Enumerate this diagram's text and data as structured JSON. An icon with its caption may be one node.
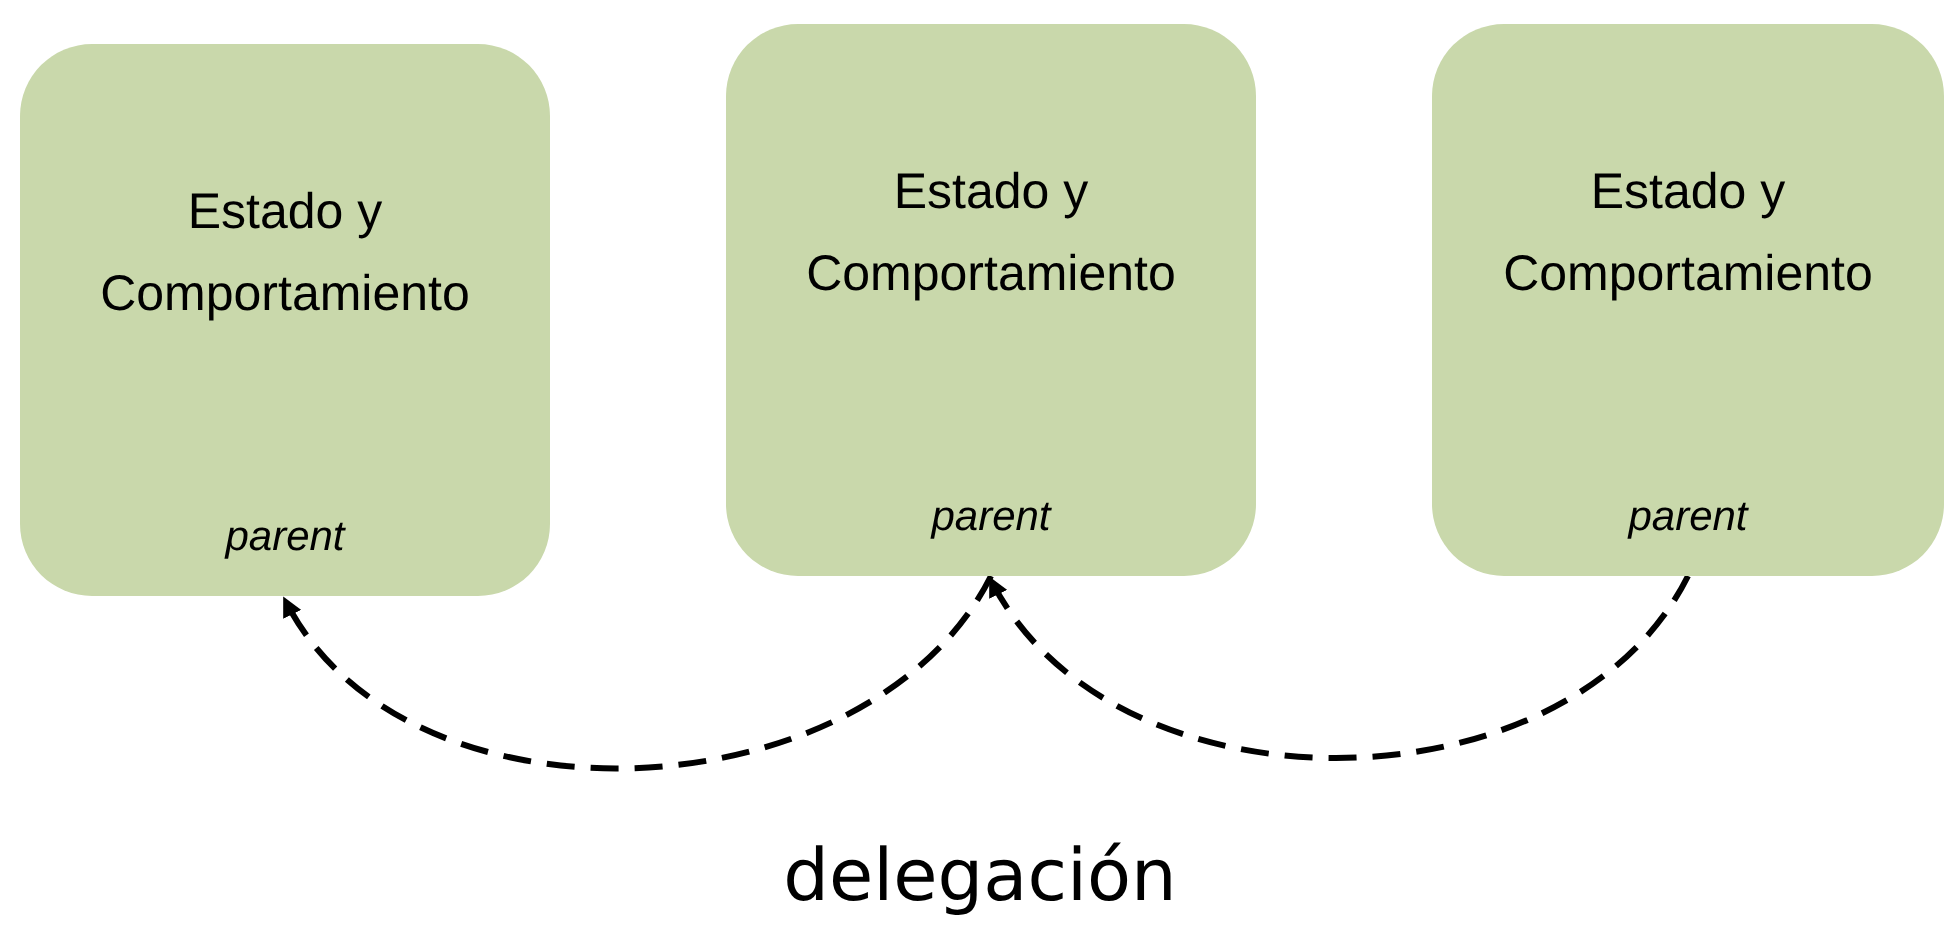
{
  "diagram": {
    "nodes": [
      {
        "text": [
          "Estado y Comportamiento",
          "parent"
        ]
      },
      {
        "text": [
          "Estado y Comportamiento",
          "parent"
        ]
      },
      {
        "text": [
          "Estado y Comportamiento",
          "parent"
        ]
      }
    ],
    "edges": [
      {
        "from": 1,
        "to": 0,
        "arrow": "to",
        "style": "dashed"
      },
      {
        "from": 2,
        "to": 1,
        "arrow": "to",
        "style": "dashed"
      }
    ],
    "labels": [
      "delegación"
    ]
  }
}
